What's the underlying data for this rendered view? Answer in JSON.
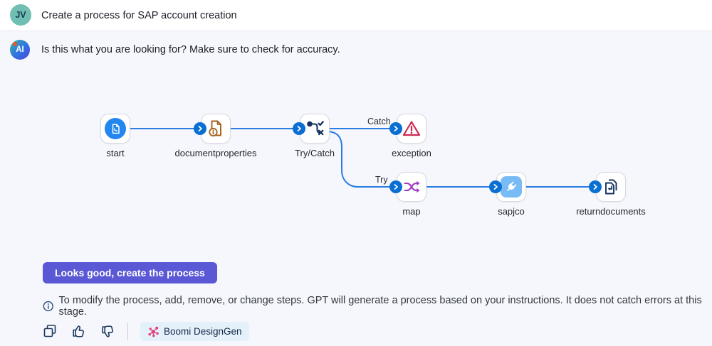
{
  "user_message": {
    "avatar_initials": "JV",
    "text": "Create a process for SAP account creation"
  },
  "ai_message": {
    "avatar_initials": "AI",
    "text": "Is this what you are looking for? Make sure to check for accuracy."
  },
  "flow": {
    "nodes": [
      {
        "id": "start",
        "label": "start",
        "icon": "start-document-icon"
      },
      {
        "id": "documentproperties",
        "label": "documentproperties",
        "icon": "document-info-icon"
      },
      {
        "id": "trycatch",
        "label": "Try/Catch",
        "icon": "try-catch-branch-icon"
      },
      {
        "id": "exception",
        "label": "exception",
        "icon": "warning-triangle-icon"
      },
      {
        "id": "map",
        "label": "map",
        "icon": "shuffle-icon"
      },
      {
        "id": "sapjco",
        "label": "sapjco",
        "icon": "connector-plug-icon"
      },
      {
        "id": "returndocuments",
        "label": "returndocuments",
        "icon": "return-documents-icon"
      }
    ],
    "branch_labels": {
      "catch": "Catch",
      "try": "Try"
    },
    "edges": [
      "start->documentproperties",
      "documentproperties->trycatch",
      "trycatch->exception (Catch)",
      "trycatch->map (Try)",
      "map->sapjco",
      "sapjco->returndocuments"
    ]
  },
  "actions": {
    "confirm_button": "Looks good, create the process"
  },
  "info_note": "To modify the process, add, remove, or change steps. GPT will generate a process based on your instructions. It does not catch errors at this stage.",
  "footer": {
    "badge_label": "Boomi DesignGen"
  },
  "colors": {
    "connector_blue": "#2b7de1",
    "arrow_dot_blue": "#0a6fd2",
    "button_purple": "#5a58d5",
    "ai_section_bg": "#f5f7fc",
    "jv_avatar_teal": "#71bfb2",
    "exception_red": "#ce2950",
    "map_purple": "#9d3bbf",
    "doc_brown": "#a4611c",
    "navy": "#14325e",
    "badge_bg": "#e4f0fa",
    "badge_icon_pink": "#e0457b"
  }
}
